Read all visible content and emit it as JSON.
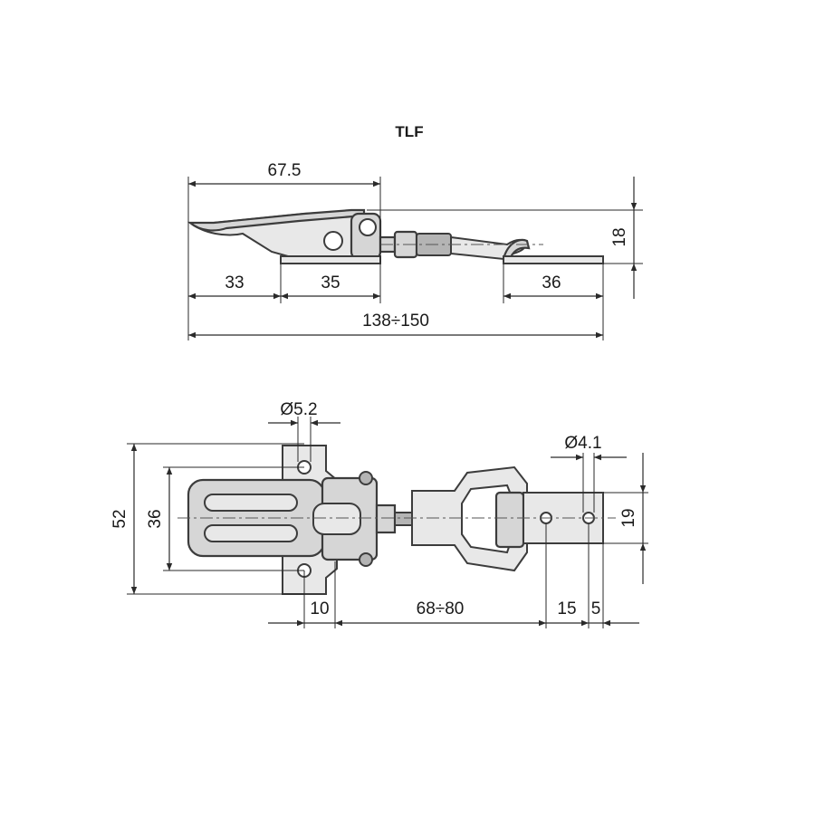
{
  "title": "TLF",
  "side_view": {
    "dimensions": {
      "lever_length": "67.5",
      "height": "18",
      "base_left": "33",
      "base_mid": "35",
      "strike_length": "36",
      "overall_length": "138÷150"
    }
  },
  "top_view": {
    "dimensions": {
      "base_hole": "Ø5.2",
      "strike_hole": "Ø4.1",
      "overall_height": "52",
      "hole_spacing": "36",
      "strike_width": "19",
      "offset": "10",
      "reach": "68÷80",
      "strike_hole_pitch": "15",
      "strike_edge": "5"
    }
  }
}
